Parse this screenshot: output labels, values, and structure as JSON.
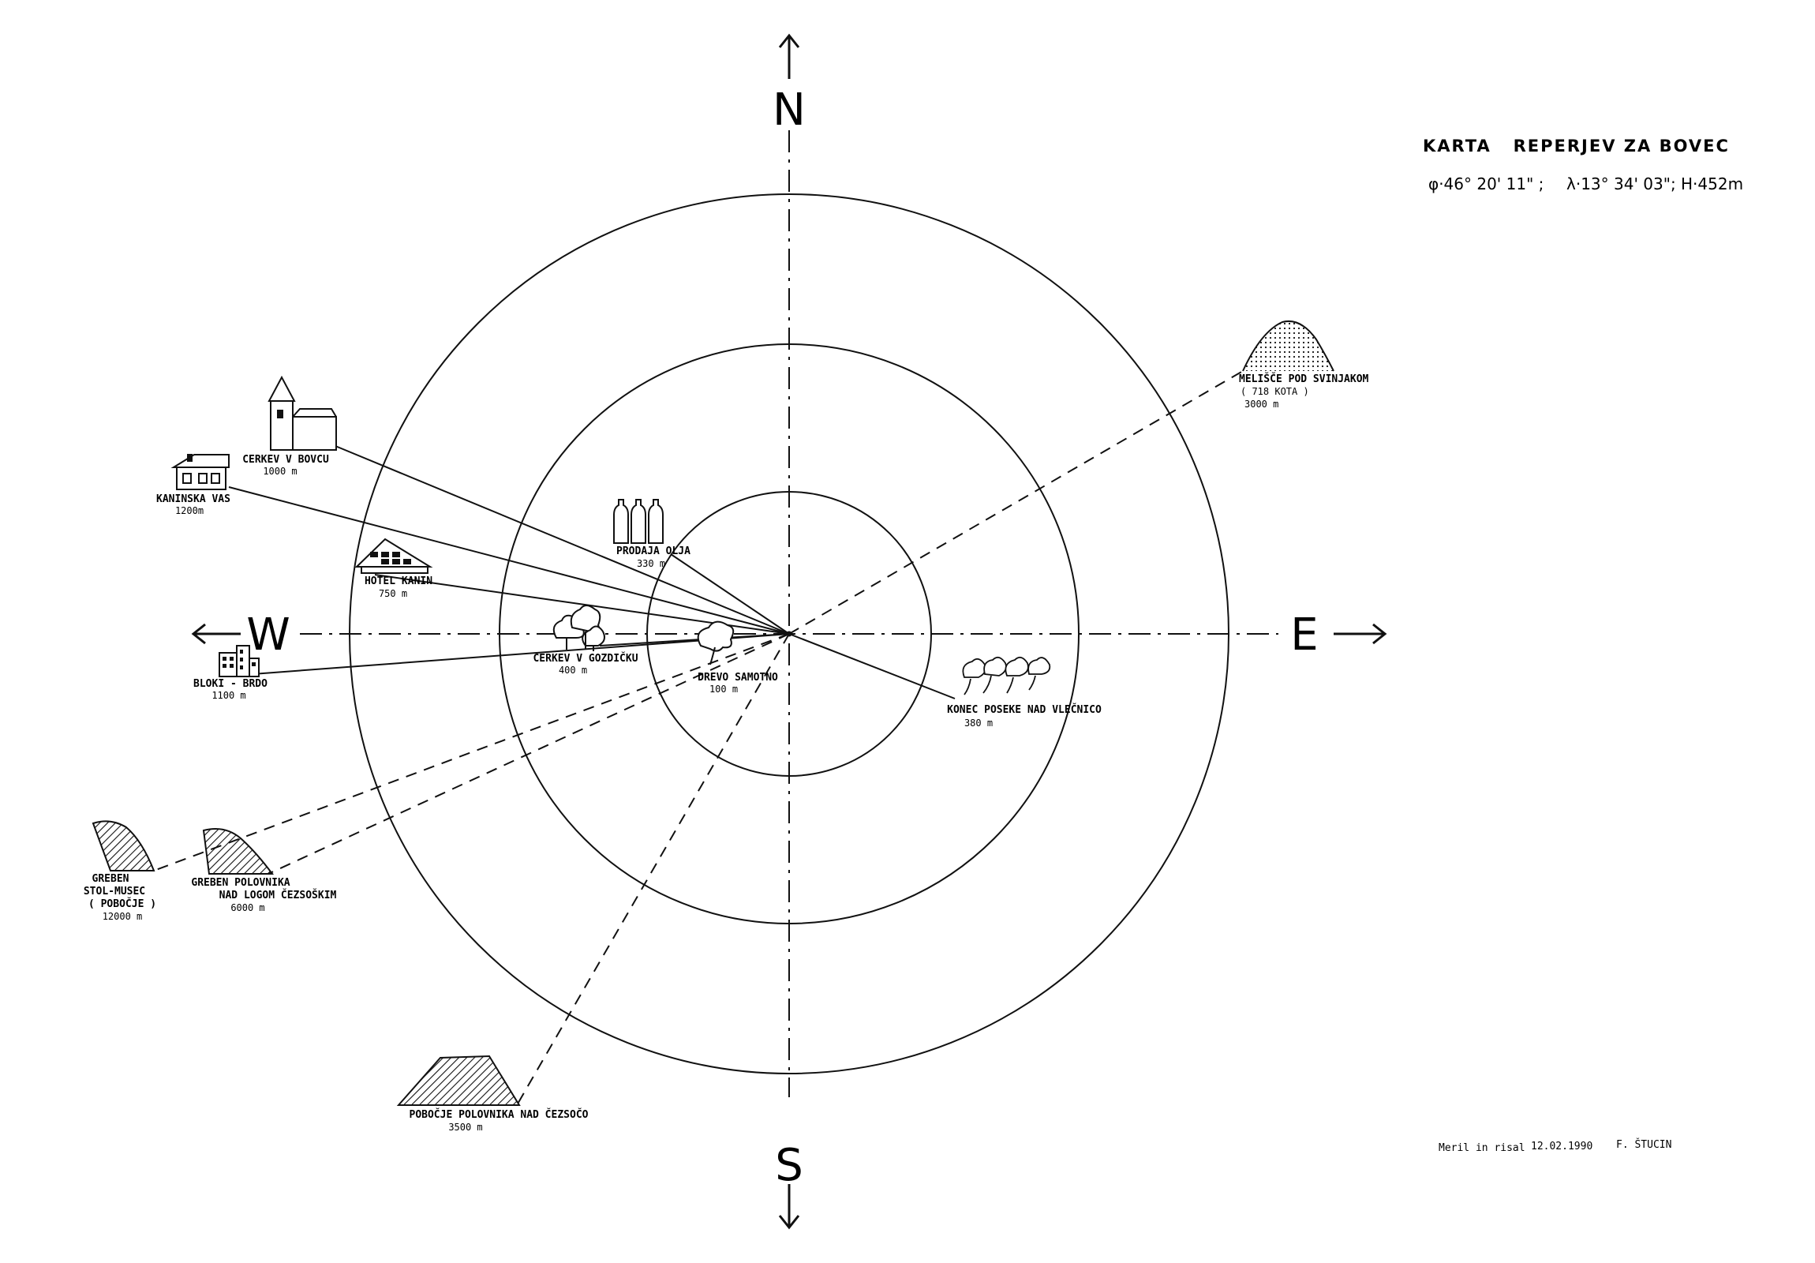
{
  "header": {
    "title": "KARTA   REPERJEV ZA BOVEC",
    "coords_phi": "φ·46° 20' 11\" ;",
    "coords_lambda": "λ·13° 34' 03\";",
    "coords_h": "H·452m"
  },
  "compass": {
    "north": "N",
    "south": "S",
    "west": "W",
    "east": "E"
  },
  "landmarks": {
    "cerkev_bovcu": {
      "name": "CERKEV V BOVCU",
      "dist": "1000 m"
    },
    "kaninska_vas": {
      "name": "KANINSKA VAS",
      "dist": "1200m"
    },
    "hotel_kanin": {
      "name": "HOTEL KANIN",
      "dist": "750 m"
    },
    "prodaja_olja": {
      "name": "PRODAJA OLJA",
      "dist": "330 m"
    },
    "bloki_brdo": {
      "name": "BLOKI - BRDO",
      "dist": "1100 m"
    },
    "cerkev_gozdicku": {
      "name": "CERKEV V GOZDIČKU",
      "dist": "400 m"
    },
    "drevo_samotno": {
      "name": "DREVO SAMOTNO",
      "dist": "100 m"
    },
    "konec_poseke": {
      "name": "KONEC POSEKE NAD VLEČNICO",
      "dist": "380 m"
    },
    "melisce": {
      "name": "MELIŠČE POD SVINJAKOM",
      "sub": "( 718 KOTA )",
      "dist": "3000 m"
    },
    "greben_stol": {
      "name1": "GREBEN",
      "name2": "STOL-MUSEC",
      "name3": "( POBOČJE )",
      "dist": "12000 m"
    },
    "greben_polovnika": {
      "name1": "GREBEN POLOVNIKA",
      "name2": "NAD LOGOM ČEZSOŠKIM",
      "dist": "6000 m"
    },
    "pobocje_polovnika": {
      "name": "POBOČJE POLOVNIKA NAD ČEZSOČO",
      "dist": "3500 m"
    }
  },
  "credit": {
    "text": "Meril in risal",
    "date": "12.02.1990",
    "author": "F. ŠTUCIN"
  }
}
